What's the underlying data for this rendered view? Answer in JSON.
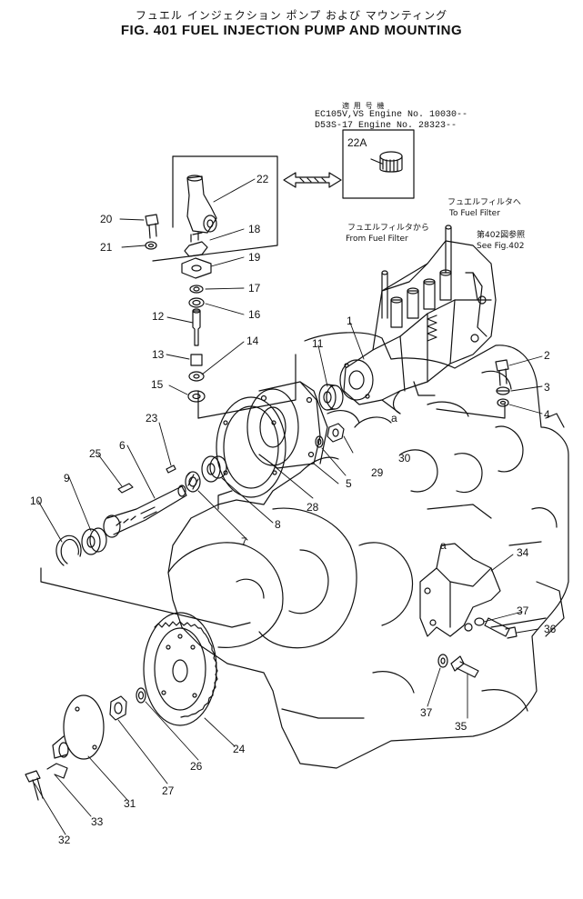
{
  "title": {
    "jp": "フュエル インジェクション ポンプ および マウンティング",
    "en": "FIG. 401  FUEL  INJECTION  PUMP  AND  MOUNTING"
  },
  "serial_info": {
    "heading": "適 用 号 機",
    "line1": "EC105V,VS  Engine No. 10030--",
    "line2": "D53S-17    Engine No. 28323--"
  },
  "inset_label": "22A",
  "notes": {
    "from_filter_jp": "フュエルフィルタから",
    "from_filter_en": "From Fuel Filter",
    "to_filter_jp": "フュエルフィルタへ",
    "to_filter_en": "To  Fuel  Filter",
    "see_fig_jp": "第402図参照",
    "see_fig_en": "See Fig.402"
  },
  "reference_letters": [
    "a",
    "a"
  ],
  "part_labels": [
    "1",
    "2",
    "3",
    "4",
    "5",
    "6",
    "7",
    "8",
    "9",
    "10",
    "11",
    "12",
    "13",
    "14",
    "15",
    "16",
    "17",
    "18",
    "19",
    "20",
    "21",
    "22",
    "23",
    "24",
    "25",
    "26",
    "27",
    "28",
    "29",
    "30",
    "31",
    "32",
    "33",
    "34",
    "35",
    "36",
    "37",
    "37"
  ]
}
